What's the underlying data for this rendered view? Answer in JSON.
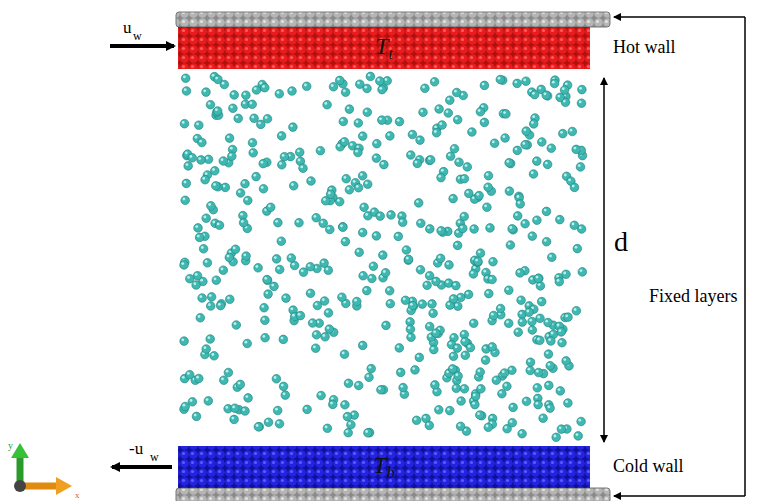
{
  "diagram": {
    "nodes": [
      {
        "text": [
          "T",
          "t"
        ]
      },
      {
        "text": [
          "T",
          "b"
        ]
      }
    ],
    "labels": [
      "u",
      "w",
      "-u",
      "w",
      "d",
      "Hot wall",
      "Cold wall",
      "Fixed layers",
      "y",
      "x"
    ]
  }
}
